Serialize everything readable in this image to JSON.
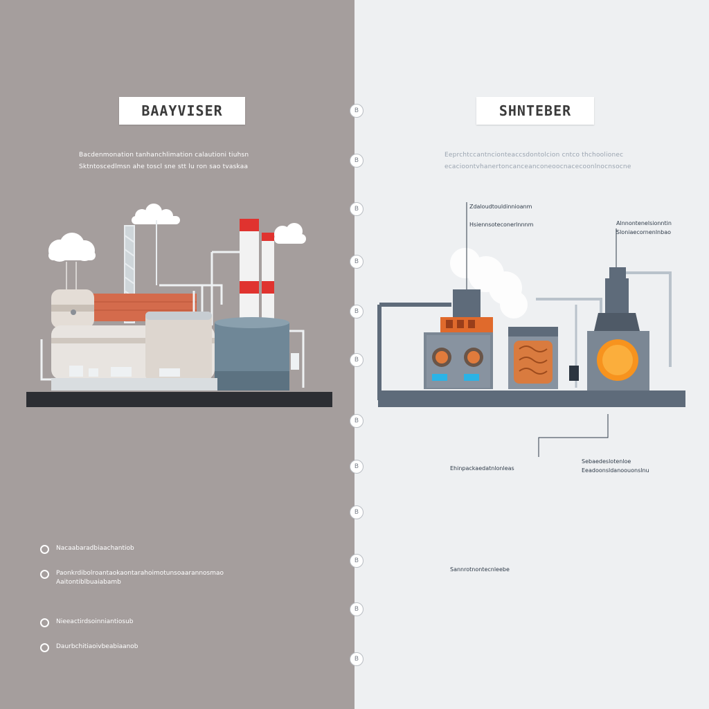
{
  "left": {
    "title": "BAAYVISER",
    "intro_lines": [
      "Bacdenmonation tanhanchlimation calautioni tiuhsn",
      "Sktntoscedlmsn ahe toscl sne stt lu ron sao tvaskaa"
    ],
    "bullets": [
      [
        "Nacaabaradbiaachantiob"
      ],
      [
        "Paonkrdibolroantaokaontarahoimotunsoaarannosmao",
        "Aaitontiblbuaiabamb"
      ],
      [
        "Nieeactirdsoinniantiosub"
      ],
      [
        "Daurbchitiaoivbeabiaanob"
      ]
    ]
  },
  "right": {
    "title": "SHNTEBER",
    "intro_lines": [
      "Eeprchtccantncionteaccsdontolcion cntco thchoolionec",
      "ecacioontvhanertoncanceanconeoocnacecoonlnocnsocne"
    ],
    "callouts": {
      "top_left": [
        "Zdaloudtouldinnioanm",
        "Hsiennsoteconerlnnnm"
      ],
      "top_right": [
        "Alnnontenelsionntin",
        "Sloniaecornenlnbao"
      ],
      "bottom_left": [
        "Ehinpackaedatnlonleas"
      ],
      "bottom_right": [
        "Sebaedeslotenloe",
        "Eeadoonsldanoouonslnu"
      ],
      "lower": [
        "Sannrotnontecnleebe"
      ]
    }
  },
  "rings": [
    "B",
    "B",
    "B",
    "B",
    "B",
    "B",
    "B",
    "B",
    "B",
    "B",
    "B",
    "B"
  ],
  "colors": {
    "left_bg": "#a59e9d",
    "right_bg": "#eef0f2",
    "chimney_red": "#e0332f",
    "tank_blue": "#6f8797",
    "furnace_orange": "#f7931e",
    "base_dark": "#2c2e33",
    "frame_slate": "#5e6b7a"
  }
}
